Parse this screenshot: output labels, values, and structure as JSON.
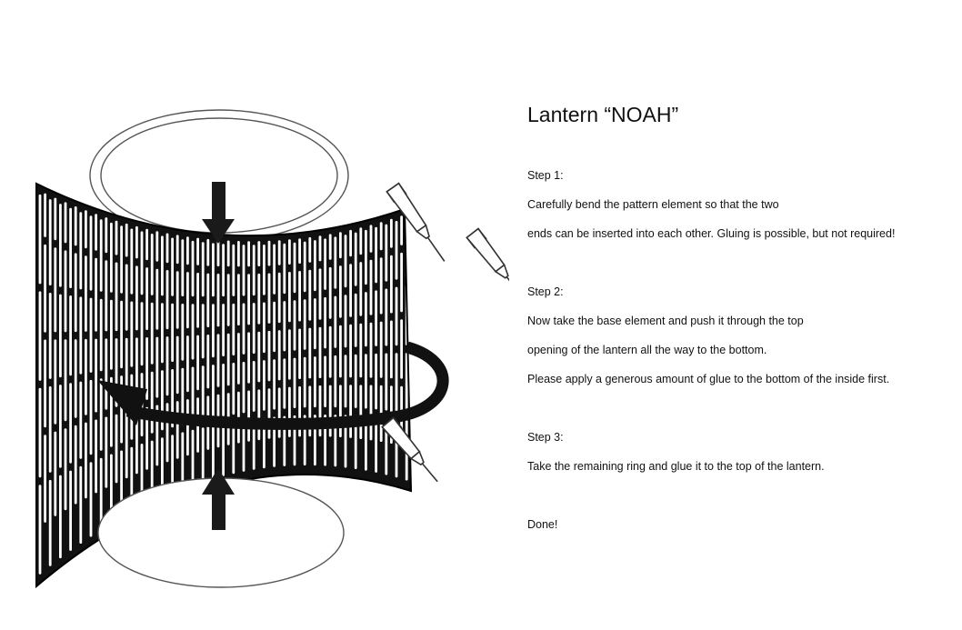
{
  "title": "Lantern “NOAH”",
  "steps": [
    {
      "heading": "Step 1:",
      "lines": [
        "Carefully bend the pattern element so that the two",
        "ends can be inserted into each other. Gluing is possible, but not required!"
      ]
    },
    {
      "heading": "Step 2:",
      "lines": [
        "Now take the base element and push it through the top",
        "opening of the lantern all the way to the bottom.",
        "Please apply a generous amount of glue to the bottom of the inside first."
      ]
    },
    {
      "heading": "Step 3:",
      "lines": [
        "Take the remaining ring and glue it to the top of the lantern."
      ]
    }
  ],
  "done": "Done!",
  "icons": [
    "top-ring",
    "pattern-sheet",
    "glue-tube-icon",
    "down-arrow-icon",
    "up-arrow-icon",
    "rotate-arrow-icon",
    "base-disc"
  ]
}
